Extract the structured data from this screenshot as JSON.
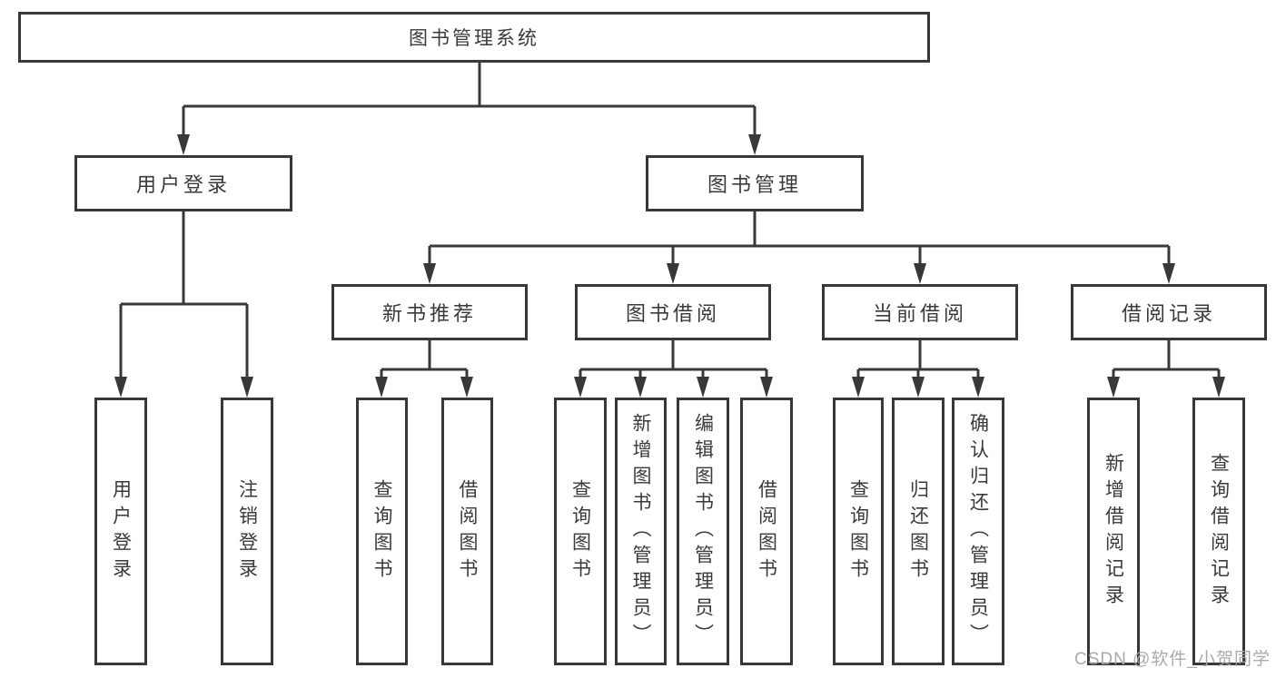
{
  "diagram": {
    "nodes": {
      "root": {
        "label": "图书管理系统"
      },
      "user_login_branch": {
        "label": "用户登录",
        "children": [
          {
            "label": "用户登录"
          },
          {
            "label": "注销登录"
          }
        ]
      },
      "book_mgmt_branch": {
        "label": "图书管理",
        "children": [
          {
            "label": "新书推荐",
            "children": [
              {
                "label": "查询图书"
              },
              {
                "label": "借阅图书"
              }
            ]
          },
          {
            "label": "图书借阅",
            "children": [
              {
                "label": "查询图书"
              },
              {
                "label": "新增图书（管理员）"
              },
              {
                "label": "编辑图书（管理员）"
              },
              {
                "label": "借阅图书"
              }
            ]
          },
          {
            "label": "当前借阅",
            "children": [
              {
                "label": "查询图书"
              },
              {
                "label": "归还图书"
              },
              {
                "label": "确认归还（管理员）"
              }
            ]
          },
          {
            "label": "借阅记录",
            "children": [
              {
                "label": "新增借阅记录"
              },
              {
                "label": "查询借阅记录"
              }
            ]
          }
        ]
      }
    }
  },
  "watermark": {
    "text": "CSDN @软件_小贺同学"
  },
  "colors": {
    "line": "#383838",
    "text": "#3a3a3a",
    "background": "#ffffff",
    "watermark": "#a5a5a5"
  }
}
